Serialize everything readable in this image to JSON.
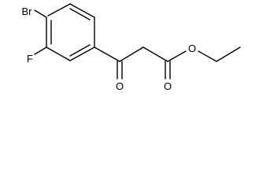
{
  "molecule": {
    "atom_labels": {
      "bromine": "Br",
      "fluorine": "F",
      "ketone_oxygen": "O",
      "ester_carbonyl_oxygen": "O",
      "ester_ether_oxygen": "O"
    }
  },
  "colors": {
    "bond": "#000000",
    "label": "#000000",
    "background": "#ffffff"
  }
}
